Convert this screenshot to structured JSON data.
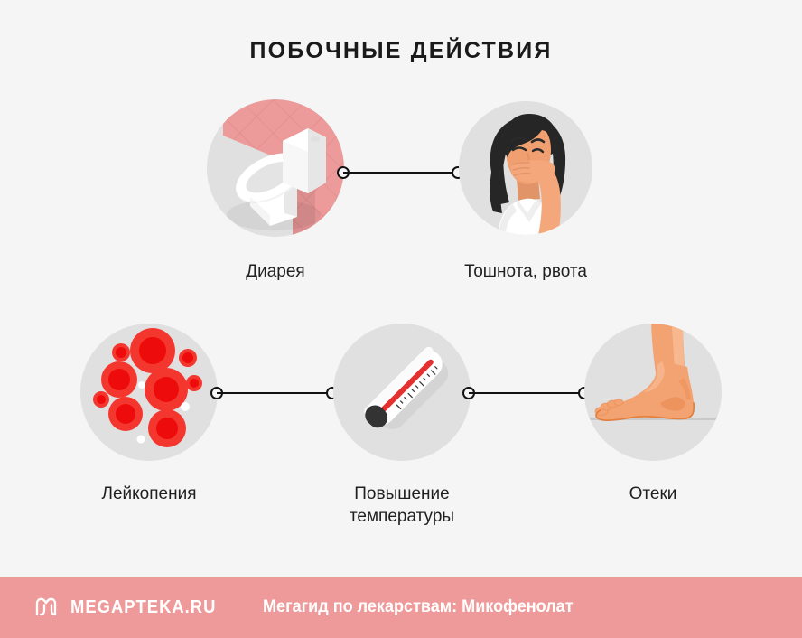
{
  "page": {
    "title": "ПОБОЧНЫЕ ДЕЙСТВИЯ",
    "background_color": "#f5f5f5",
    "text_color": "#1f1f1f"
  },
  "items": [
    {
      "id": "diarrhea",
      "label": "Диарея",
      "icon": "toilet-icon",
      "circle_color": "#e0e0e0",
      "accent_color": "#ec9a9a"
    },
    {
      "id": "nausea-vomiting",
      "label": "Тошнота, рвота",
      "icon": "nauseous-woman-icon",
      "circle_color": "#e0e0e0",
      "accent_color": "#f0a070"
    },
    {
      "id": "leukopenia",
      "label": "Лейкопения",
      "icon": "blood-cells-icon",
      "circle_color": "#e0e0e0",
      "accent_color": "#ed1c16"
    },
    {
      "id": "fever",
      "label": "Повышение\nтемпературы",
      "icon": "thermometer-icon",
      "circle_color": "#e0e0e0",
      "accent_color": "#e53030"
    },
    {
      "id": "edema",
      "label": "Отеки",
      "icon": "swollen-foot-icon",
      "circle_color": "#e0e0e0",
      "accent_color": "#f3a271"
    }
  ],
  "connectors": [
    {
      "id": "diarrhea-to-nausea",
      "from": "diarrhea",
      "to": "nausea-vomiting"
    },
    {
      "id": "leukopenia-to-fever",
      "from": "leukopenia",
      "to": "fever"
    },
    {
      "id": "fever-to-edema",
      "from": "fever",
      "to": "edema"
    }
  ],
  "footer": {
    "logo": "megapteka-m-logo",
    "brand": "MEGAPTEKA.RU",
    "text": "Мегагид по лекарствам: Микофенолат",
    "background_color": "#ef9a9a",
    "text_color": "#ffffff"
  }
}
